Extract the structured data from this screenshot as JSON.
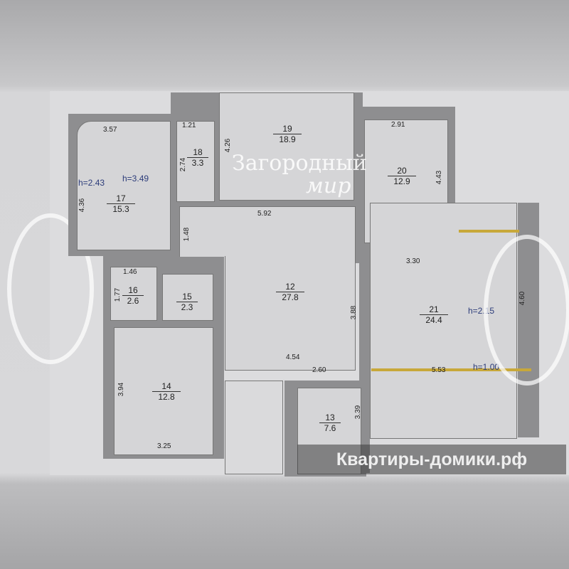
{
  "rooms": [
    {
      "id": "17",
      "area": "15.3"
    },
    {
      "id": "18",
      "area": "3.3"
    },
    {
      "id": "19",
      "area": "18.9"
    },
    {
      "id": "20",
      "area": "12.9"
    },
    {
      "id": "12",
      "area": "27.8"
    },
    {
      "id": "16",
      "area": "2.6"
    },
    {
      "id": "15",
      "area": "2.3"
    },
    {
      "id": "14",
      "area": "12.8"
    },
    {
      "id": "13",
      "area": "7.6"
    },
    {
      "id": "21",
      "area": "24.4"
    }
  ],
  "dimensions": {
    "d357": "3.57",
    "d436": "4.36",
    "d121": "1.21",
    "d274": "2.74",
    "d426": "4.26",
    "d291": "2.91",
    "d443": "4.43",
    "d592": "5.92",
    "d148": "1.48",
    "d388": "3.88",
    "d454": "4.54",
    "d260": "2.60",
    "d146": "1.46",
    "d177": "1.77",
    "d394": "3.94",
    "d325": "3.25",
    "d339": "3.39",
    "d330": "3.30",
    "d460": "4.60",
    "d553": "5.53"
  },
  "heights": {
    "h243": "h=2.43",
    "h349": "h=3.49",
    "h215": "h=2.15",
    "h100": "h=1.00"
  },
  "watermarks": {
    "top": "Загородный",
    "top2": "мир",
    "banner": "Квартиры-домики.рф"
  }
}
